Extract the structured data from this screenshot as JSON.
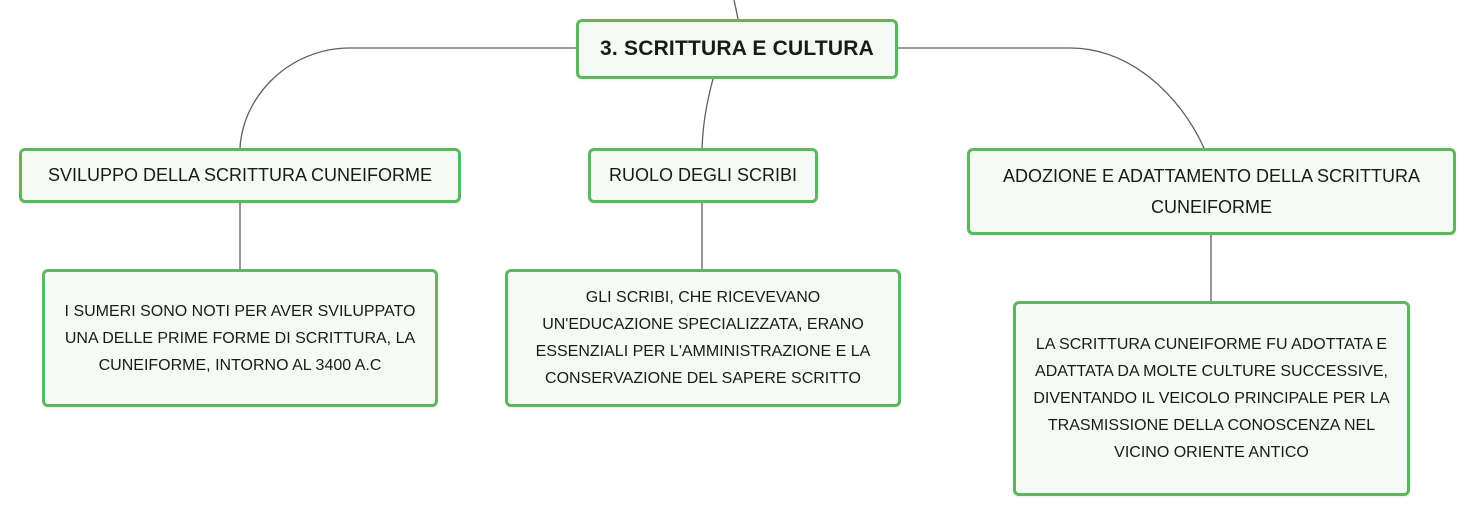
{
  "colors": {
    "node_border": "#5cb85c",
    "node_fill": "#f5faf5",
    "connector": "#5f5f5f"
  },
  "root": {
    "label": "3. SCRITTURA E CULTURA"
  },
  "branches": [
    {
      "label": "SVILUPPO DELLA SCRITTURA CUNEIFORME",
      "detail": "I SUMERI SONO NOTI PER AVER SVILUPPATO UNA DELLE PRIME FORME DI SCRITTURA, LA CUNEIFORME, INTORNO AL 3400 A.C"
    },
    {
      "label": "RUOLO DEGLI SCRIBI",
      "detail": "GLI SCRIBI, CHE RICEVEVANO UN'EDUCAZIONE SPECIALIZZATA, ERANO ESSENZIALI PER L'AMMINISTRAZIONE E LA CONSERVAZIONE DEL SAPERE SCRITTO"
    },
    {
      "label": "ADOZIONE E ADATTAMENTO DELLA SCRITTURA CUNEIFORME",
      "detail": "LA SCRITTURA CUNEIFORME FU ADOTTATA E ADATTATA DA MOLTE CULTURE SUCCESSIVE, DIVENTANDO IL VEICOLO PRINCIPALE PER LA TRASMISSIONE DELLA CONOSCENZA NEL VICINO ORIENTE ANTICO"
    }
  ]
}
